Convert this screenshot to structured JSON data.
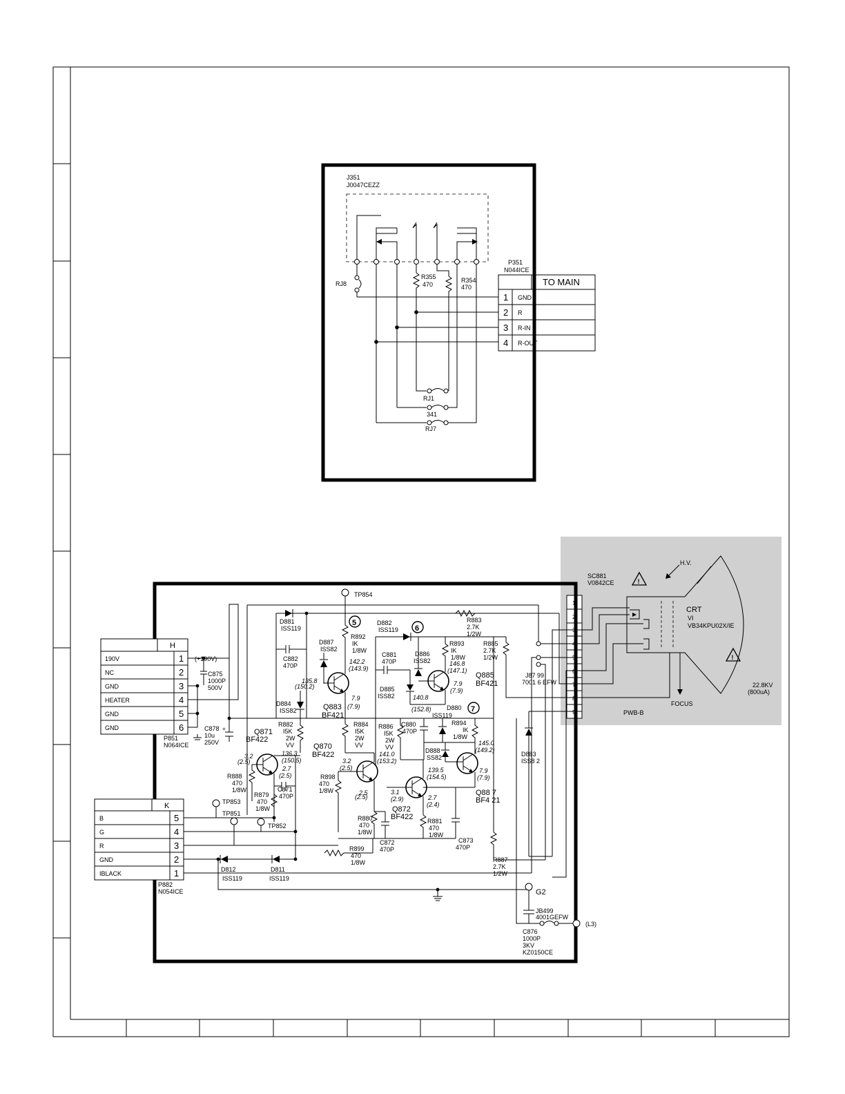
{
  "upper_board": {
    "jack_ref": "J351",
    "jack_part": "J0047CEZZ",
    "connector_ref": "P351",
    "connector_part": "N044ICE",
    "connector_title": "TO MAIN",
    "pins": [
      {
        "num": "1",
        "name": "GND"
      },
      {
        "num": "2",
        "name": "R"
      },
      {
        "num": "3",
        "name": "R-IN"
      },
      {
        "num": "4",
        "name": "R-OUT"
      }
    ],
    "resistors": [
      {
        "ref": "R355",
        "value": "470"
      },
      {
        "ref": "R354",
        "value": "470"
      }
    ],
    "jumpers": [
      "RJ8",
      "RJ1",
      "341",
      "RJ7"
    ]
  },
  "connector_h": {
    "title": "H",
    "ref": "P851",
    "part": "N064ICE",
    "pins": [
      {
        "num": "1",
        "name": "190V"
      },
      {
        "num": "2",
        "name": "NC"
      },
      {
        "num": "3",
        "name": "GND"
      },
      {
        "num": "4",
        "name": "HEATER"
      },
      {
        "num": "5",
        "name": "GND"
      },
      {
        "num": "6",
        "name": "GND"
      }
    ],
    "supply_note": "(+190V)"
  },
  "connector_k": {
    "title": "K",
    "ref": "P882",
    "part": "N054ICE",
    "pins": [
      {
        "num": "5",
        "name": "B"
      },
      {
        "num": "4",
        "name": "G"
      },
      {
        "num": "3",
        "name": "R"
      },
      {
        "num": "2",
        "name": "GND"
      },
      {
        "num": "1",
        "name": "IBLACK"
      }
    ]
  },
  "crt_panel": {
    "socket_ref": "SC881",
    "socket_part": "V0842CE",
    "hv_label": "H.V.",
    "crt_label": "CRT",
    "crt_ref": "VI",
    "crt_part": "VB34KPU02X/IE",
    "voltage": "22.8KV",
    "current": "(800uA)",
    "focus_label": "FOCUS",
    "pwb_label": "PWB-B",
    "socket_pins": [
      "1",
      "2",
      "3",
      "4",
      "5",
      "6",
      "7",
      "8",
      "9"
    ]
  },
  "test_points": [
    "TP854",
    "TP853",
    "TP851",
    "TP852",
    "G2",
    "(L3)"
  ],
  "signal_markers": [
    "5",
    "6",
    "7"
  ],
  "components": {
    "d881": [
      "D881",
      "ISS119"
    ],
    "d882": [
      "D882",
      "ISS119"
    ],
    "d887": [
      "D887",
      "ISS82"
    ],
    "d886": [
      "D886",
      "ISS82"
    ],
    "d885": [
      "D885",
      "ISS82"
    ],
    "d884": [
      "D884",
      "ISS82"
    ],
    "d880": [
      "D880",
      "ISS119"
    ],
    "d888": [
      "D888",
      "SS82"
    ],
    "d883": [
      "D883",
      "ISS8 2"
    ],
    "d812": [
      "D812",
      "ISS119"
    ],
    "d811": [
      "D811",
      "ISS119"
    ],
    "r892": [
      "R892",
      "IK",
      "1/8W"
    ],
    "r883": [
      "R883",
      "2.7K",
      "1/2W"
    ],
    "r893": [
      "R893",
      "IK",
      "1/8W"
    ],
    "r885": [
      "R885",
      "2.7K",
      "1/2W"
    ],
    "r882": [
      "R882",
      "I5K",
      "2W",
      "VV"
    ],
    "r884": [
      "R884",
      "I5K",
      "2W",
      "VV"
    ],
    "r886": [
      "R886",
      "I5K",
      "2W",
      "VV"
    ],
    "r894": [
      "R894",
      "IK",
      "1/8W"
    ],
    "r888": [
      "R888",
      "470",
      "1/8W"
    ],
    "r879": [
      "R879",
      "470",
      "1/8W"
    ],
    "r898": [
      "R898",
      "470",
      "1/8W"
    ],
    "r880": [
      "R880",
      "470",
      "1/8W"
    ],
    "r881": [
      "R881",
      "470",
      "1/8W"
    ],
    "r899": [
      "R899",
      "470",
      "1/8W"
    ],
    "r887": [
      "R887",
      "2.7K",
      "1/2W"
    ],
    "c882": [
      "C882",
      "470P"
    ],
    "c881": [
      "C881",
      "470P"
    ],
    "c880": [
      "C880",
      "470P"
    ],
    "c871": [
      "C871",
      "470P"
    ],
    "c872": [
      "C872",
      "470P"
    ],
    "c873": [
      "C873",
      "470P"
    ],
    "c875": [
      "C875",
      "1000P",
      "500V"
    ],
    "c878": [
      "C878",
      "10u",
      "250V"
    ],
    "c876": [
      "C876",
      "1000P",
      "3KV",
      "KZ0150CE"
    ],
    "j87": [
      "J87 99",
      "7001 6 EFW"
    ],
    "jb499": [
      "JB499",
      "4001GEFW"
    ]
  },
  "transistors": {
    "q883": [
      "Q883",
      "BF421"
    ],
    "q885": [
      "Q885",
      "BF421"
    ],
    "q871": [
      "Q871",
      "BF422"
    ],
    "q870": [
      "Q870",
      "BF422"
    ],
    "q872": [
      "Q872",
      "BF422"
    ],
    "q887": [
      "Q88 7",
      "BF4 21"
    ]
  },
  "voltages": {
    "v1": "142.2",
    "v1b": "(143.9)",
    "v2": "146.8",
    "v2b": "(147.1)",
    "v3": "135.8",
    "v3b": "(150.2)",
    "v4": "7.9",
    "v4b": "(7.9)",
    "v5": "7.9",
    "v5b": "(7.9)",
    "v6": "(152.8)",
    "v7": "140.8",
    "v8": "136.3",
    "v8b": "(150.5)",
    "v9": "3.2",
    "v9b": "(2.5)",
    "v10": "2.7",
    "v10b": "(2.5)",
    "v11": "3.2",
    "v11b": "(2.5)",
    "v12": "141.0",
    "v12b": "(153.2)",
    "v13": "145.0",
    "v13b": "(149.2)",
    "v14": "139.5",
    "v14b": "(154.5)",
    "v15": "7.9",
    "v15b": "(7.9)",
    "v16": "2.5",
    "v16b": "(2.5)",
    "v17": "3.1",
    "v17b": "(2.9)",
    "v18": "2.7",
    "v18b": "(2.4)"
  }
}
